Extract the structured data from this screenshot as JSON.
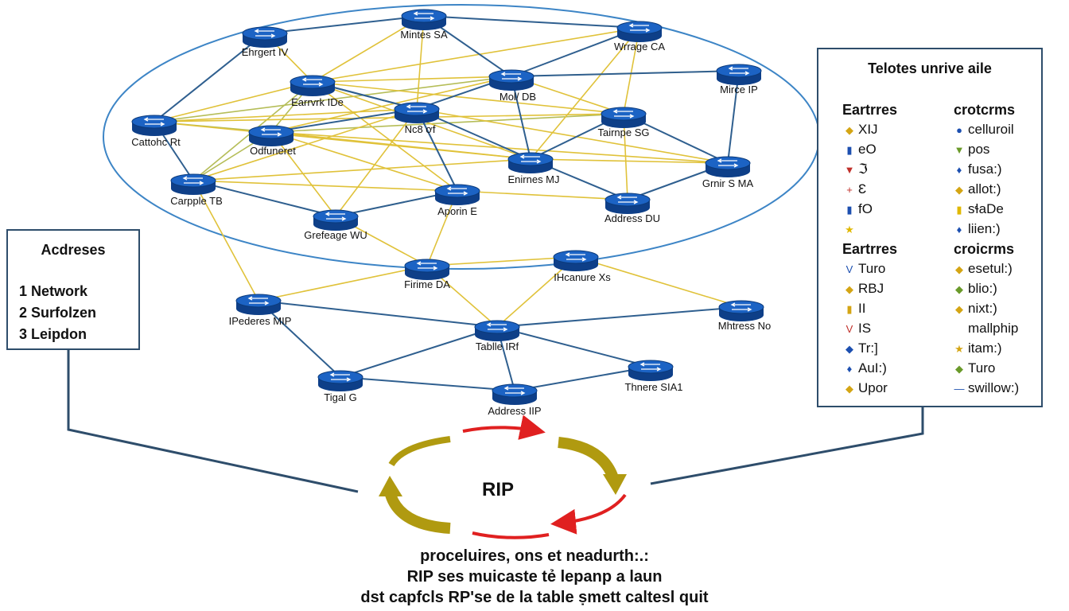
{
  "network": {
    "nodes": [
      {
        "id": "n0",
        "label": "Ehrgert IV"
      },
      {
        "id": "n1",
        "label": "Mintes SA"
      },
      {
        "id": "n2",
        "label": "Wrrage CA"
      },
      {
        "id": "n3",
        "label": "Earrvrk IDe"
      },
      {
        "id": "n4",
        "label": "Mol/ DB"
      },
      {
        "id": "n5",
        "label": "Mirce IP"
      },
      {
        "id": "n6",
        "label": "Cattohc Rt"
      },
      {
        "id": "n7",
        "label": "Nc8 ơf"
      },
      {
        "id": "n8",
        "label": "Tairnpe SG"
      },
      {
        "id": "n9",
        "label": "Odfuneret"
      },
      {
        "id": "n10",
        "label": "Enirnes MJ"
      },
      {
        "id": "n11",
        "label": "Grnir S MA"
      },
      {
        "id": "n12",
        "label": "Carpple TB"
      },
      {
        "id": "n13",
        "label": "Aporin E"
      },
      {
        "id": "n14",
        "label": "Address DU"
      },
      {
        "id": "n15",
        "label": "Grefeage WU"
      },
      {
        "id": "n16",
        "label": "Firime DA"
      },
      {
        "id": "n17",
        "label": "IHcanure Xs"
      },
      {
        "id": "n18",
        "label": "IPederes MIP"
      },
      {
        "id": "n19",
        "label": "Mhtress No"
      },
      {
        "id": "n20",
        "label": "Tablle IRf"
      },
      {
        "id": "n21",
        "label": "Tigal G"
      },
      {
        "id": "n22",
        "label": "Thnere SIA1"
      },
      {
        "id": "n23",
        "label": "Address IIP"
      }
    ]
  },
  "left_panel": {
    "title": "Acdreses",
    "items": [
      "1 Network",
      "2 Surfolzen",
      "3 Leipdon"
    ]
  },
  "right_panel": {
    "title": "Telotes unrive aile",
    "sections": [
      {
        "col1_header": "Eartrres",
        "col2_header": "crotcrms",
        "rows": [
          {
            "icon1": "◆",
            "c1": "XIJ",
            "icon2": "●",
            "c2": "celluroil"
          },
          {
            "icon1": "▮",
            "c1": "eO",
            "icon2": "▼",
            "c2": "pos"
          },
          {
            "icon1": "▼",
            "c1": "ℑ",
            "icon2": "♦",
            "c2": "fusa:)"
          },
          {
            "icon1": "+",
            "c1": "Ɛ",
            "icon2": "◆",
            "c2": "allot:)"
          },
          {
            "icon1": "▮",
            "c1": "fO",
            "icon2": "▮",
            "c2": "sɬaDe"
          },
          {
            "icon1": "★",
            "c1": "",
            "icon2": "♦",
            "c2": "liien:)"
          }
        ]
      },
      {
        "col1_header": "Eartrres",
        "col2_header": "croicrms",
        "rows": [
          {
            "icon1": "V",
            "c1": "Turo",
            "icon2": "◆",
            "c2": "esetul:)"
          },
          {
            "icon1": "◆",
            "c1": "RBJ",
            "icon2": "◆",
            "c2": "blio:)"
          },
          {
            "icon1": "▮",
            "c1": "II",
            "icon2": "◆",
            "c2": "nixt:)"
          },
          {
            "icon1": "V",
            "c1": "IS",
            "icon2": "",
            "c2": "mallphip"
          },
          {
            "icon1": "◆",
            "c1": "Tr:]",
            "icon2": "★",
            "c2": "itam:)"
          },
          {
            "icon1": "♦",
            "c1": "AuI:)",
            "icon2": "◆",
            "c2": "Turo"
          },
          {
            "icon1": "◆",
            "c1": "Upor",
            "icon2": "—",
            "c2": "swillow:)"
          }
        ]
      }
    ]
  },
  "cycle": {
    "label": "RIP"
  },
  "caption": {
    "line1": "proceluires, ons et neadurth:.:",
    "line2": "RIP ses muicaste tẻ lepanp a laun",
    "line3": "dst capfcls RP'se de la table ṣmett caltesl quit"
  },
  "colors": {
    "router_blue": "#1c63c4",
    "router_dark": "#0e3f88",
    "link_blue": "#2f5f8f",
    "link_yellow": "#e0c23a",
    "link_olive": "#b5bd58",
    "ellipse": "#3d85c6",
    "cycle_red": "#e02020",
    "cycle_olive": "#b09a10",
    "frame": "#2e4d6b"
  }
}
